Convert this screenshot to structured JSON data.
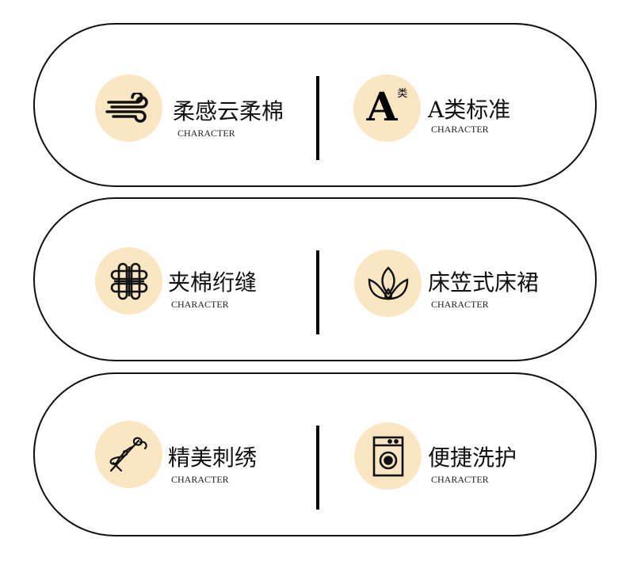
{
  "rows": [
    {
      "left": {
        "title": "柔感云柔棉",
        "subtitle": "CHARACTER",
        "icon": "wind-icon"
      },
      "right": {
        "title": "A类标准",
        "subtitle": "CHARACTER",
        "icon": "grade-a-icon",
        "icon_text": "A",
        "icon_sup": "类"
      }
    },
    {
      "left": {
        "title": "夹棉绗缝",
        "subtitle": "CHARACTER",
        "icon": "quilt-knot-icon"
      },
      "right": {
        "title": "床笠式床裙",
        "subtitle": "CHARACTER",
        "icon": "lotus-icon"
      }
    },
    {
      "left": {
        "title": "精美刺绣",
        "subtitle": "CHARACTER",
        "icon": "needle-thread-icon"
      },
      "right": {
        "title": "便捷洗护",
        "subtitle": "CHARACTER",
        "icon": "washing-machine-icon"
      }
    }
  ],
  "colors": {
    "circle": "#fbe6c4",
    "border": "#111111"
  }
}
